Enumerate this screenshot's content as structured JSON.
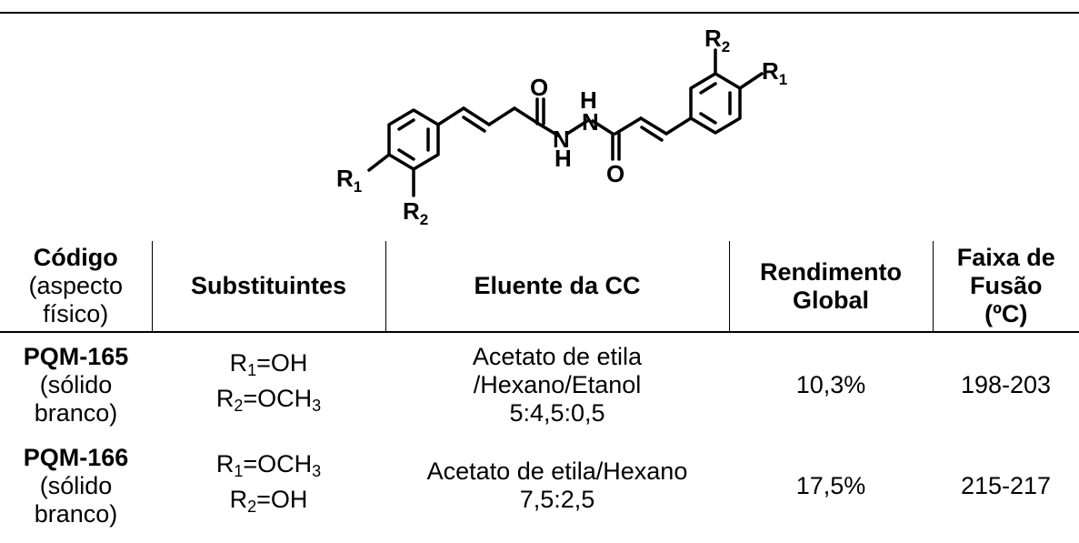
{
  "structure": {
    "atoms": {
      "o_top": "O",
      "h_top": "H",
      "n_top": "N",
      "n_bottom": "N",
      "h_bottom": "H",
      "o_bottom": "O",
      "r1_left": "R",
      "r1_left_sub": "1",
      "r2_left": "R",
      "r2_left_sub": "2",
      "r2_right": "R",
      "r2_right_sub": "2",
      "r1_right": "R",
      "r1_right_sub": "1"
    }
  },
  "table": {
    "headers": {
      "code_bold": "Código",
      "code_note_1": "(aspecto",
      "code_note_2": "físico)",
      "substituents": "Substituintes",
      "eluent": "Eluente da CC",
      "yield_1": "Rendimento",
      "yield_2": "Global",
      "melt_1": "Faixa de",
      "melt_2": "Fusão",
      "melt_3": "(ºC)"
    },
    "rows": [
      {
        "code": "PQM-165",
        "aspect_1": "(sólido",
        "aspect_2": "branco)",
        "sub1_label": "R",
        "sub1_index": "1",
        "sub1_value": "=OH",
        "sub2_label": "R",
        "sub2_index": "2",
        "sub2_value": "=OCH",
        "sub2_value_index": "3",
        "eluent_1": "Acetato de etila",
        "eluent_2": "/Hexano/Etanol",
        "eluent_3": "5:4,5:0,5",
        "yield": "10,3%",
        "melting": "198-203"
      },
      {
        "code": "PQM-166",
        "aspect_1": "(sólido",
        "aspect_2": "branco)",
        "sub1_label": "R",
        "sub1_index": "1",
        "sub1_value": "=OCH",
        "sub1_value_index": "3",
        "sub2_label": "R",
        "sub2_index": "2",
        "sub2_value": "=OH",
        "eluent_1": "Acetato de etila/Hexano",
        "eluent_2": "7,5:2,5",
        "yield": "17,5%",
        "melting": "215-217"
      }
    ]
  }
}
